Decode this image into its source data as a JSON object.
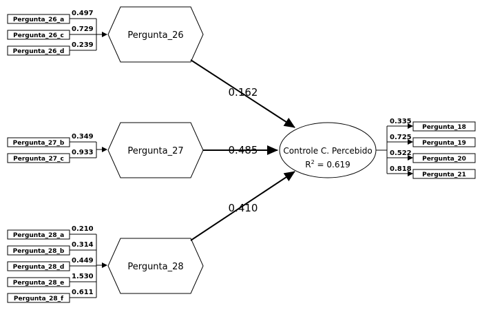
{
  "constructs": {
    "p26": {
      "label": "Pergunta_26"
    },
    "p27": {
      "label": "Pergunta_27"
    },
    "p28": {
      "label": "Pergunta_28"
    },
    "target": {
      "label": "Controle C. Percebido",
      "r2_label": "R",
      "r2_sup": "2",
      "r2_value": " = 0.619"
    }
  },
  "indicators": {
    "p26": [
      {
        "label": "Pergunta_26_a",
        "weight": "0.497"
      },
      {
        "label": "Pergunta_26_c",
        "weight": "0.729"
      },
      {
        "label": "Pergunta_26_d",
        "weight": "0.239"
      }
    ],
    "p27": [
      {
        "label": "Pergunta_27_b",
        "weight": "0.349"
      },
      {
        "label": "Pergunta_27_c",
        "weight": "0.933"
      }
    ],
    "p28": [
      {
        "label": "Pergunta_28_a",
        "weight": "0.210"
      },
      {
        "label": "Pergunta_28_b",
        "weight": "0.314"
      },
      {
        "label": "Pergunta_28_d",
        "weight": "0.449"
      },
      {
        "label": "Pergunta_28_e",
        "weight": "1.530"
      },
      {
        "label": "Pergunta_28_f",
        "weight": "0.611"
      }
    ],
    "target": [
      {
        "label": "Pergunta_18",
        "loading": "0.335"
      },
      {
        "label": "Pergunta_19",
        "loading": "0.725"
      },
      {
        "label": "Pergunta_20",
        "loading": "0.522"
      },
      {
        "label": "Pergunta_21",
        "loading": "0.818"
      }
    ]
  },
  "paths": {
    "p26": "0.162",
    "p27": "0.485",
    "p28": "0.410"
  }
}
